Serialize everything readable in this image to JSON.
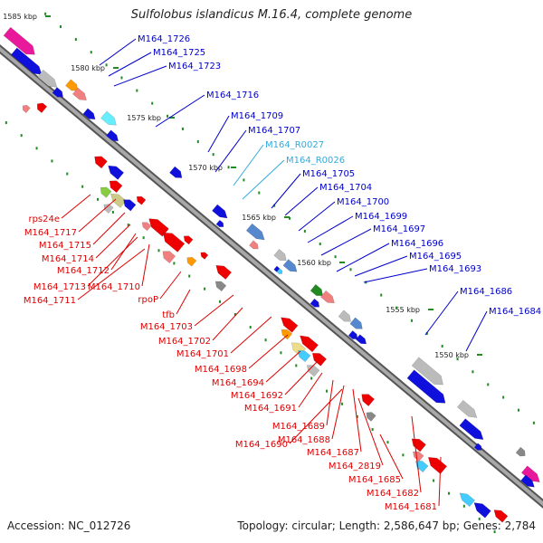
{
  "title": "Sulfolobus islandicus M.16.4, complete genome",
  "footer": {
    "accession": "Accession: NC_012726",
    "summary": "Topology: circular; Length: 2,586,647 bp; Genes: 2,784"
  },
  "colors": {
    "backbone": "#7f7f7f",
    "forward_label": "#0000cc",
    "rna_label": "#33aadd",
    "reverse_label": "#dd0000",
    "tick": "#228b22"
  },
  "kbp_ticks": [
    {
      "label": "1585 kbp"
    },
    {
      "label": "1580 kbp"
    },
    {
      "label": "1575 kbp"
    },
    {
      "label": "1570 kbp"
    },
    {
      "label": "1565 kbp"
    },
    {
      "label": "1560 kbp"
    },
    {
      "label": "1555 kbp"
    },
    {
      "label": "1550 kbp"
    }
  ],
  "forward_labels": [
    {
      "text": "M164_1726",
      "kind": "protein"
    },
    {
      "text": "M164_1725",
      "kind": "protein"
    },
    {
      "text": "M164_1723",
      "kind": "protein"
    },
    {
      "text": "M164_1716",
      "kind": "protein"
    },
    {
      "text": "M164_1709",
      "kind": "protein"
    },
    {
      "text": "M164_1707",
      "kind": "protein"
    },
    {
      "text": "M164_R0027",
      "kind": "rna"
    },
    {
      "text": "M164_R0026",
      "kind": "rna"
    },
    {
      "text": "M164_1705",
      "kind": "protein"
    },
    {
      "text": "M164_1704",
      "kind": "protein"
    },
    {
      "text": "M164_1700",
      "kind": "protein"
    },
    {
      "text": "M164_1699",
      "kind": "protein"
    },
    {
      "text": "M164_1697",
      "kind": "protein"
    },
    {
      "text": "M164_1696",
      "kind": "protein"
    },
    {
      "text": "M164_1695",
      "kind": "protein"
    },
    {
      "text": "M164_1693",
      "kind": "protein"
    },
    {
      "text": "M164_1686",
      "kind": "protein"
    },
    {
      "text": "M164_1684",
      "kind": "protein"
    }
  ],
  "reverse_labels": [
    {
      "text": "rps24e"
    },
    {
      "text": "M164_1717"
    },
    {
      "text": "M164_1715"
    },
    {
      "text": "M164_1714"
    },
    {
      "text": "M164_1712"
    },
    {
      "text": "M164_1713"
    },
    {
      "text": "M164_1710"
    },
    {
      "text": "M164_1711"
    },
    {
      "text": "rpoP"
    },
    {
      "text": "tfb"
    },
    {
      "text": "M164_1703"
    },
    {
      "text": "M164_1702"
    },
    {
      "text": "M164_1701"
    },
    {
      "text": "M164_1698"
    },
    {
      "text": "M164_1694"
    },
    {
      "text": "M164_1692"
    },
    {
      "text": "M164_1691"
    },
    {
      "text": "M164_1689"
    },
    {
      "text": "M164_1690"
    },
    {
      "text": "M164_1688"
    },
    {
      "text": "M164_1687"
    },
    {
      "text": "M164_2819"
    },
    {
      "text": "M164_1685"
    },
    {
      "text": "M164_1682"
    },
    {
      "text": "M164_1681"
    }
  ]
}
